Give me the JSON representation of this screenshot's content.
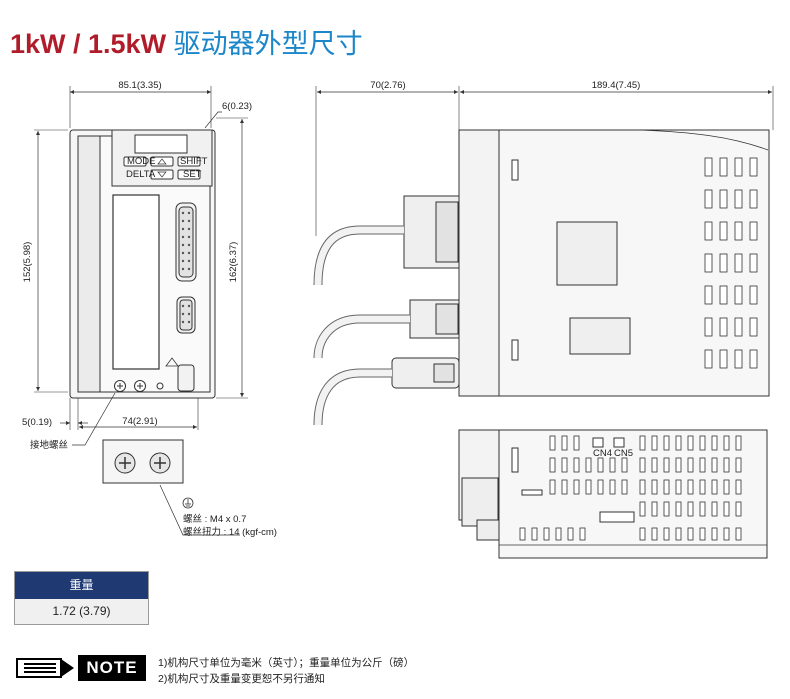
{
  "title": {
    "part1": "1kW / 1.5kW",
    "part2": "驱动器外型尺寸"
  },
  "dimensions": {
    "front_width": "85.1(3.35)",
    "top_offset": "6(0.23)",
    "front_height": "152(5.98)",
    "inner_height": "162(6.37)",
    "left_offset": "5(0.19)",
    "hole_spacing": "74(2.91)",
    "side_depth_front": "70(2.76)",
    "side_depth": "189.4(7.45)"
  },
  "labels": {
    "ground_screw": "接地螺丝",
    "screw_spec": "螺丝 : M4 x 0.7",
    "screw_torque": "螺丝扭力 : 14 (kgf-cm)",
    "cn4": "CN4",
    "cn5": "CN5",
    "mode": "MODE",
    "shift": "SHIFT",
    "set": "SET",
    "brand": "DELTA"
  },
  "weight": {
    "header": "重量",
    "value": "1.72 (3.79)"
  },
  "note": {
    "badge": "NOTE",
    "line1": "1)机构尺寸单位为毫米（英寸）；重量单位为公斤（磅）",
    "line2": "2)机构尺寸及重量变更恕不另行通知"
  },
  "colors": {
    "title_red": "#b11c2b",
    "title_blue": "#1b86c9",
    "weight_header": "#1f3a73"
  }
}
